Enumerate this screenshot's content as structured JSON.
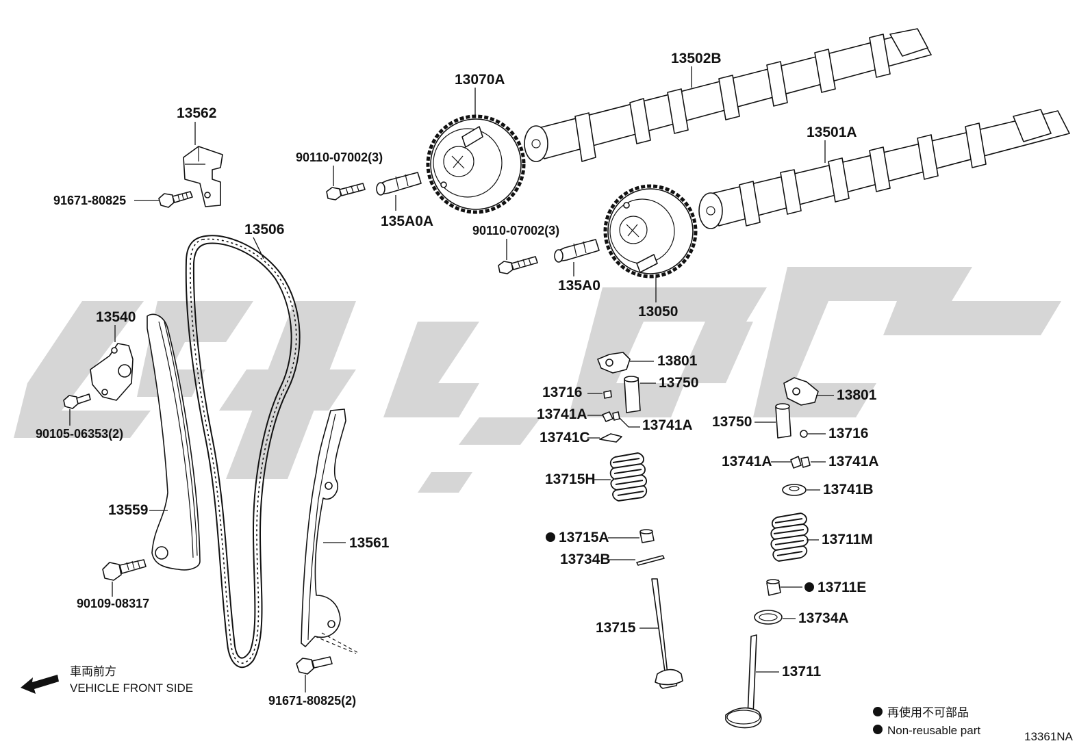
{
  "parts": [
    {
      "id": "p13562",
      "label": "13562"
    },
    {
      "id": "p91671a",
      "label": "91671-80825"
    },
    {
      "id": "p13506",
      "label": "13506"
    },
    {
      "id": "p13540",
      "label": "13540"
    },
    {
      "id": "p90105",
      "label": "90105-06353(2)"
    },
    {
      "id": "p13559",
      "label": "13559"
    },
    {
      "id": "p90109",
      "label": "90109-08317"
    },
    {
      "id": "p13561",
      "label": "13561"
    },
    {
      "id": "p91671b",
      "label": "91671-80825(2)"
    },
    {
      "id": "p90110a",
      "label": "90110-07002(3)"
    },
    {
      "id": "p135A0A",
      "label": "135A0A"
    },
    {
      "id": "p13070A",
      "label": "13070A"
    },
    {
      "id": "p13502B",
      "label": "13502B"
    },
    {
      "id": "p13501A",
      "label": "13501A"
    },
    {
      "id": "p90110b",
      "label": "90110-07002(3)"
    },
    {
      "id": "p135A0",
      "label": "135A0"
    },
    {
      "id": "p13050",
      "label": "13050"
    },
    {
      "id": "p13801a",
      "label": "13801"
    },
    {
      "id": "p13750a",
      "label": "13750"
    },
    {
      "id": "p13716a",
      "label": "13716"
    },
    {
      "id": "p13741Aa",
      "label": "13741A"
    },
    {
      "id": "p13741Ab",
      "label": "13741A"
    },
    {
      "id": "p13741C",
      "label": "13741C"
    },
    {
      "id": "p13715H",
      "label": "13715H"
    },
    {
      "id": "p13715A",
      "label": "13715A"
    },
    {
      "id": "p13734B",
      "label": "13734B"
    },
    {
      "id": "p13715",
      "label": "13715"
    },
    {
      "id": "p13801b",
      "label": "13801"
    },
    {
      "id": "p13750b",
      "label": "13750"
    },
    {
      "id": "p13716b",
      "label": "13716"
    },
    {
      "id": "p13741Ac",
      "label": "13741A"
    },
    {
      "id": "p13741Ad",
      "label": "13741A"
    },
    {
      "id": "p13741B",
      "label": "13741B"
    },
    {
      "id": "p13711M",
      "label": "13711M"
    },
    {
      "id": "p13711E",
      "label": "13711E"
    },
    {
      "id": "p13734A",
      "label": "13734A"
    },
    {
      "id": "p13711",
      "label": "13711"
    }
  ],
  "direction": {
    "jp": "車両前方",
    "en": "VEHICLE FRONT SIDE"
  },
  "legend": {
    "jp": "再使用不可部品",
    "en": "Non-reusable part"
  },
  "diagram_code": "13361NA",
  "colors": {
    "line": "#111111",
    "watermark": "#d6d6d6"
  }
}
